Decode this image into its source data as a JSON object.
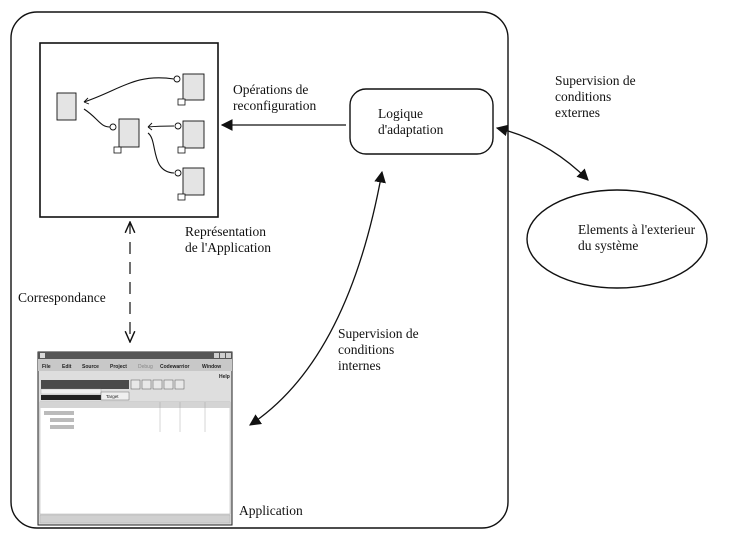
{
  "labels": {
    "reconfig_ops": "Opérations de\nreconfiguration",
    "adaptation_logic": "Logique\nd'adaptation",
    "external_supervision": "Supervision de\nconditions\nexternes",
    "external_elements": "Elements à l'exterieur\ndu système",
    "app_representation": "Représentation\nde l'Application",
    "correspondence": "Correspondance",
    "internal_supervision": "Supervision de\nconditions\ninternes",
    "application": "Application"
  },
  "screenshot": {
    "menu": [
      "File",
      "Edit",
      "Source",
      "Project",
      "Debug",
      "Codewarrior",
      "Window",
      "Help"
    ],
    "tab": "Target"
  },
  "colors": {
    "stroke": "#111111",
    "component_fill": "#e4e4e4",
    "screenshot_title_bar": "#555555",
    "screenshot_body": "#dedede"
  },
  "icons": [
    "close-icon",
    "minimize-icon",
    "maximize-icon"
  ]
}
